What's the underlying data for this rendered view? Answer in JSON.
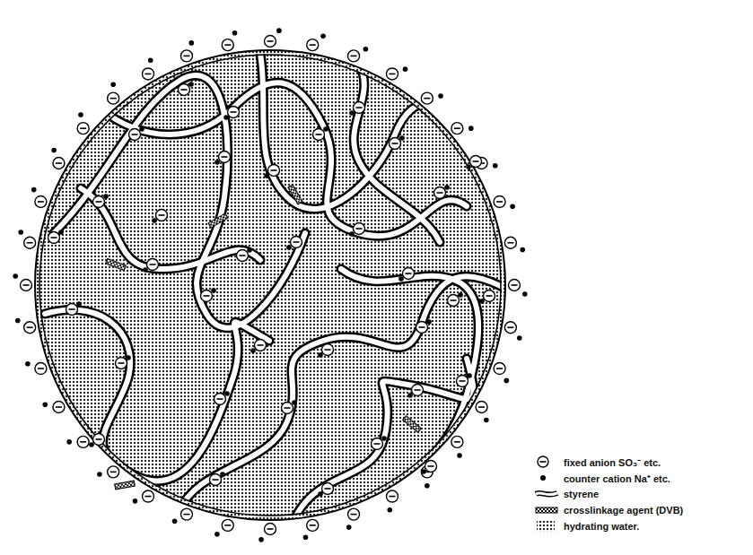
{
  "diagram": {
    "legend": [
      {
        "text": "fixed anion SO₃⁻ etc."
      },
      {
        "text": "counter cation Na⁺ etc."
      },
      {
        "text": "styrene"
      },
      {
        "text": "crosslinkage agent (DVB)"
      },
      {
        "text": "hydrating water."
      }
    ]
  }
}
